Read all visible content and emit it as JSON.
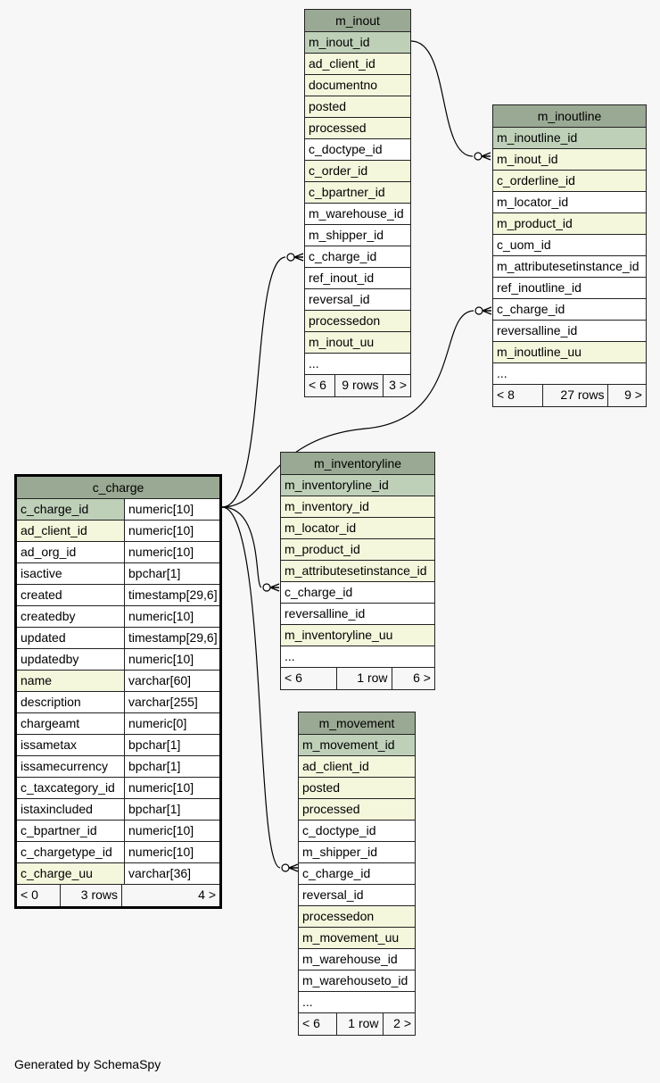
{
  "tables": [
    {
      "id": "m_inout",
      "name": "m_inout",
      "rows": [
        {
          "name": "m_inout_id",
          "style": "pk"
        },
        {
          "name": "ad_client_id",
          "style": "idx"
        },
        {
          "name": "documentno",
          "style": "idx"
        },
        {
          "name": "posted",
          "style": "idx"
        },
        {
          "name": "processed",
          "style": "idx"
        },
        {
          "name": "c_doctype_id",
          "style": "plain"
        },
        {
          "name": "c_order_id",
          "style": "idx"
        },
        {
          "name": "c_bpartner_id",
          "style": "idx"
        },
        {
          "name": "m_warehouse_id",
          "style": "plain"
        },
        {
          "name": "m_shipper_id",
          "style": "plain"
        },
        {
          "name": "c_charge_id",
          "style": "plain"
        },
        {
          "name": "ref_inout_id",
          "style": "plain"
        },
        {
          "name": "reversal_id",
          "style": "plain"
        },
        {
          "name": "processedon",
          "style": "idx"
        },
        {
          "name": "m_inout_uu",
          "style": "idx"
        },
        {
          "name": "...",
          "style": "plain"
        }
      ],
      "footer": {
        "parents": "< 6",
        "rows": "9 rows",
        "children": "3 >"
      }
    },
    {
      "id": "m_inoutline",
      "name": "m_inoutline",
      "rows": [
        {
          "name": "m_inoutline_id",
          "style": "pk"
        },
        {
          "name": "m_inout_id",
          "style": "idx"
        },
        {
          "name": "c_orderline_id",
          "style": "idx"
        },
        {
          "name": "m_locator_id",
          "style": "plain"
        },
        {
          "name": "m_product_id",
          "style": "idx"
        },
        {
          "name": "c_uom_id",
          "style": "plain"
        },
        {
          "name": "m_attributesetinstance_id",
          "style": "plain"
        },
        {
          "name": "ref_inoutline_id",
          "style": "plain"
        },
        {
          "name": "c_charge_id",
          "style": "plain"
        },
        {
          "name": "reversalline_id",
          "style": "plain"
        },
        {
          "name": "m_inoutline_uu",
          "style": "idx"
        },
        {
          "name": "...",
          "style": "plain"
        }
      ],
      "footer": {
        "parents": "< 8",
        "rows": "27 rows",
        "children": "9 >"
      }
    },
    {
      "id": "m_inventoryline",
      "name": "m_inventoryline",
      "rows": [
        {
          "name": "m_inventoryline_id",
          "style": "pk"
        },
        {
          "name": "m_inventory_id",
          "style": "idx"
        },
        {
          "name": "m_locator_id",
          "style": "idx"
        },
        {
          "name": "m_product_id",
          "style": "idx"
        },
        {
          "name": "m_attributesetinstance_id",
          "style": "idx"
        },
        {
          "name": "c_charge_id",
          "style": "plain"
        },
        {
          "name": "reversalline_id",
          "style": "plain"
        },
        {
          "name": "m_inventoryline_uu",
          "style": "idx"
        },
        {
          "name": "...",
          "style": "plain"
        }
      ],
      "footer": {
        "parents": "< 6",
        "rows": "1 row",
        "children": "6 >"
      }
    },
    {
      "id": "m_movement",
      "name": "m_movement",
      "rows": [
        {
          "name": "m_movement_id",
          "style": "pk"
        },
        {
          "name": "ad_client_id",
          "style": "idx"
        },
        {
          "name": "posted",
          "style": "idx"
        },
        {
          "name": "processed",
          "style": "idx"
        },
        {
          "name": "c_doctype_id",
          "style": "plain"
        },
        {
          "name": "m_shipper_id",
          "style": "plain"
        },
        {
          "name": "c_charge_id",
          "style": "plain"
        },
        {
          "name": "reversal_id",
          "style": "plain"
        },
        {
          "name": "processedon",
          "style": "idx"
        },
        {
          "name": "m_movement_uu",
          "style": "idx"
        },
        {
          "name": "m_warehouse_id",
          "style": "plain"
        },
        {
          "name": "m_warehouseto_id",
          "style": "plain"
        },
        {
          "name": "...",
          "style": "plain"
        }
      ],
      "footer": {
        "parents": "< 6",
        "rows": "1 row",
        "children": "2 >"
      }
    },
    {
      "id": "c_charge",
      "name": "c_charge",
      "main": true,
      "rows": [
        {
          "name": "c_charge_id",
          "type": "numeric[10]",
          "style": "pk"
        },
        {
          "name": "ad_client_id",
          "type": "numeric[10]",
          "style": "idx"
        },
        {
          "name": "ad_org_id",
          "type": "numeric[10]",
          "style": "plain"
        },
        {
          "name": "isactive",
          "type": "bpchar[1]",
          "style": "plain"
        },
        {
          "name": "created",
          "type": "timestamp[29,6]",
          "style": "plain"
        },
        {
          "name": "createdby",
          "type": "numeric[10]",
          "style": "plain"
        },
        {
          "name": "updated",
          "type": "timestamp[29,6]",
          "style": "plain"
        },
        {
          "name": "updatedby",
          "type": "numeric[10]",
          "style": "plain"
        },
        {
          "name": "name",
          "type": "varchar[60]",
          "style": "idx"
        },
        {
          "name": "description",
          "type": "varchar[255]",
          "style": "plain"
        },
        {
          "name": "chargeamt",
          "type": "numeric[0]",
          "style": "plain"
        },
        {
          "name": "issametax",
          "type": "bpchar[1]",
          "style": "plain"
        },
        {
          "name": "issamecurrency",
          "type": "bpchar[1]",
          "style": "plain"
        },
        {
          "name": "c_taxcategory_id",
          "type": "numeric[10]",
          "style": "plain"
        },
        {
          "name": "istaxincluded",
          "type": "bpchar[1]",
          "style": "plain"
        },
        {
          "name": "c_bpartner_id",
          "type": "numeric[10]",
          "style": "plain"
        },
        {
          "name": "c_chargetype_id",
          "type": "numeric[10]",
          "style": "plain"
        },
        {
          "name": "c_charge_uu",
          "type": "varchar[36]",
          "style": "idx"
        }
      ],
      "footer": {
        "parents": "< 0",
        "rows": "3 rows",
        "children": "4 >"
      }
    }
  ],
  "relationships": [
    {
      "from": "m_inoutline.m_inout_id",
      "to": "m_inout.m_inout_id"
    },
    {
      "from": "m_inout.c_charge_id",
      "to": "c_charge.c_charge_id"
    },
    {
      "from": "m_inoutline.c_charge_id",
      "to": "c_charge.c_charge_id"
    },
    {
      "from": "m_inventoryline.c_charge_id",
      "to": "c_charge.c_charge_id"
    },
    {
      "from": "m_movement.c_charge_id",
      "to": "c_charge.c_charge_id"
    }
  ],
  "footer": {
    "generated_by": "Generated by SchemaSpy"
  }
}
